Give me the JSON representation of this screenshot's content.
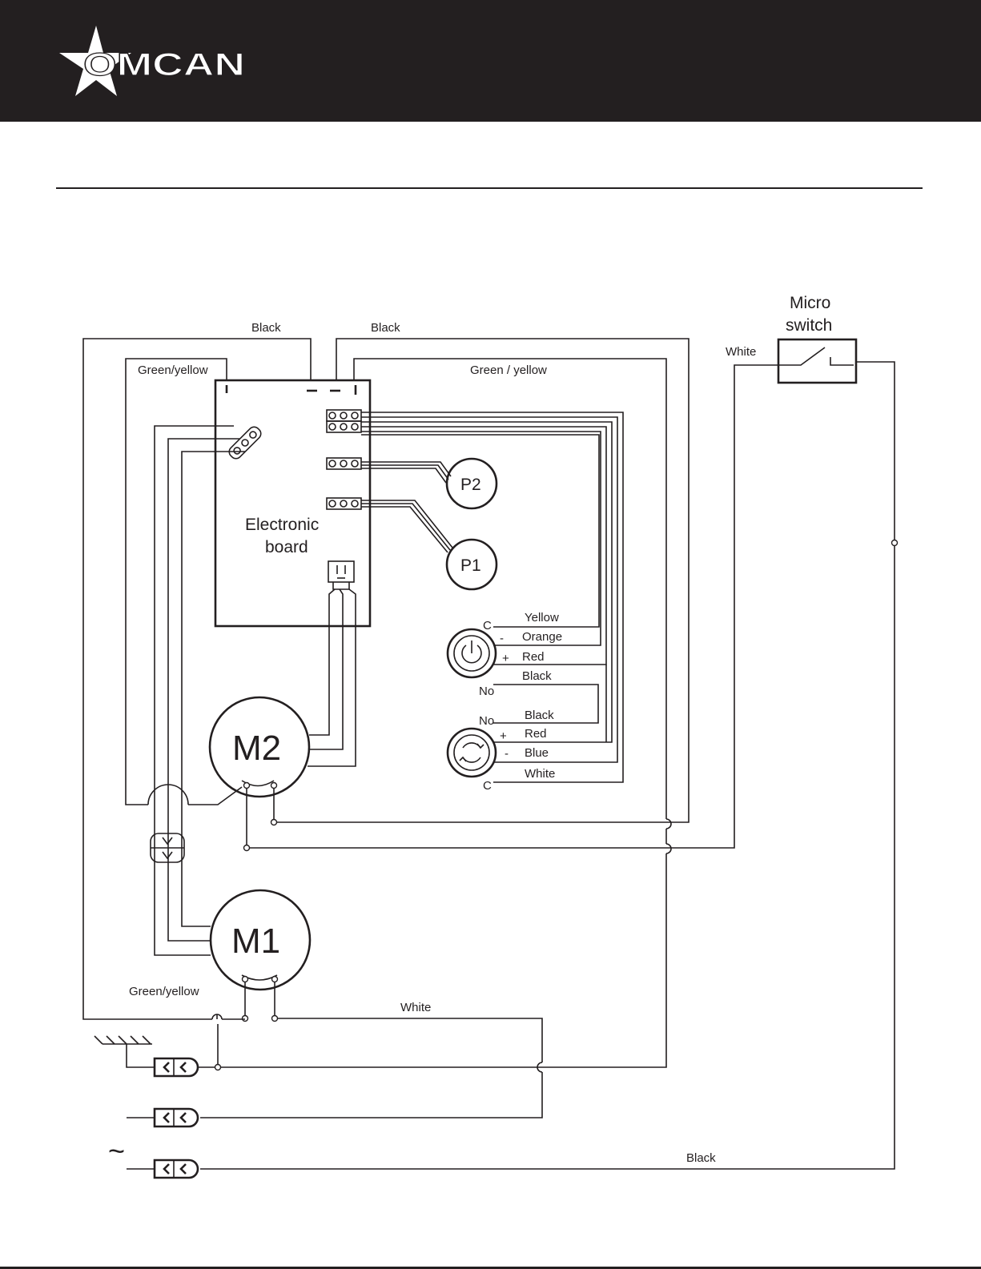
{
  "brand": {
    "name": "OMCAN"
  },
  "labels": {
    "black_top_left": "Black",
    "black_top_right": "Black",
    "green_yellow_left": "Green/yellow",
    "green_yellow_right": "Green /  yellow",
    "micro_switch_line1": "Micro",
    "micro_switch_line2": "switch",
    "white_switch": "White",
    "electronic_board_line1": "Electronic",
    "electronic_board_line2": "board",
    "p2": "P2",
    "p1": "P1",
    "m2": "M2",
    "m1": "M1",
    "power_switch": {
      "c": "C",
      "minus": "-",
      "plus": "+",
      "no": "No",
      "wires": [
        "Yellow",
        "Orange",
        "Red",
        "Black"
      ]
    },
    "reverse_switch": {
      "no": "No",
      "plus": "+",
      "minus": "-",
      "c": "C",
      "wires": [
        "Black",
        "Red",
        "Blue",
        "White"
      ]
    },
    "green_yellow_m1": "Green/yellow",
    "white_bottom": "White",
    "black_bottom": "Black",
    "ac_symbol": "~"
  }
}
